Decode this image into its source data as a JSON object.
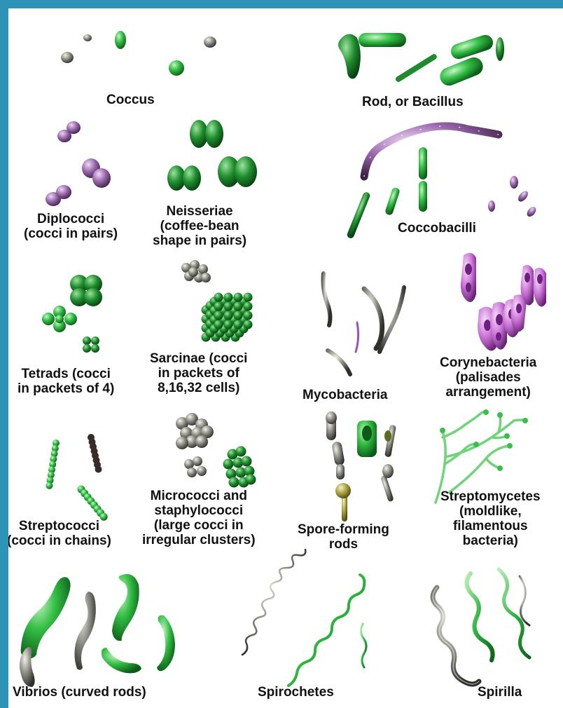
{
  "colors": {
    "frame": "#2f93b6",
    "background": "#ffffff",
    "green": "#2db83a",
    "dark_green": "#0f6e1c",
    "gray": "#7a7a74",
    "purple": "#8e5da0",
    "magenta": "#b04bbf",
    "olive": "#8f8a2a"
  },
  "labels": {
    "coccus": [
      "Coccus"
    ],
    "rod": [
      "Rod, or Bacillus"
    ],
    "diplococci": [
      "Diplococci",
      "(cocci in pairs)"
    ],
    "neisseriae": [
      "Neisseriae",
      "(coffee-bean",
      "shape in pairs)"
    ],
    "coccobacilli": [
      "Coccobacilli"
    ],
    "tetrads": [
      "Tetrads (cocci",
      "in packets of 4)"
    ],
    "sarcinae": [
      "Sarcinae (cocci",
      "in packets of",
      "8,16,32 cells)"
    ],
    "mycobacteria": [
      "Mycobacteria"
    ],
    "corynebacteria": [
      "Corynebacteria",
      "(palisades",
      "arrangement)"
    ],
    "streptococci": [
      "Streptococci",
      "(cocci in chains)"
    ],
    "micrococci": [
      "Micrococci and",
      "staphylococci",
      "(large cocci in",
      "irregular clusters)"
    ],
    "spore_forming": [
      "Spore-forming",
      "rods"
    ],
    "streptomycetes": [
      "Streptomycetes",
      "(moldlike,",
      "filamentous",
      "bacteria)"
    ],
    "vibrios": [
      "Vibrios (curved rods)"
    ],
    "spirochetes": [
      "Spirochetes"
    ],
    "spirilla": [
      "Spirilla"
    ]
  }
}
